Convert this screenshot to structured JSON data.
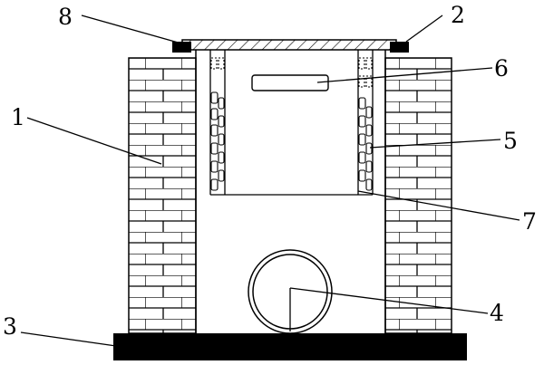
{
  "labels": {
    "l1": "1",
    "l2": "2",
    "l3": "3",
    "l4": "4",
    "l5": "5",
    "l6": "6",
    "l7": "7",
    "l8": "8"
  },
  "colors": {
    "line": "#000000",
    "background": "#ffffff",
    "base": "#000000",
    "gasket": "#000000"
  }
}
